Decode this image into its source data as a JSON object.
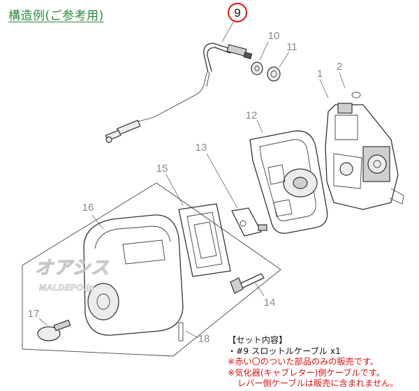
{
  "title": "構造例(ご参考用)",
  "highlighted_part": "9",
  "part_numbers": [
    "1",
    "2",
    "10",
    "11",
    "12",
    "13",
    "14",
    "15",
    "16",
    "17",
    "18"
  ],
  "watermark": {
    "brand": "オアシス",
    "site": "MALDEPO.jp"
  },
  "notes": {
    "heading": "【セット内容】",
    "item": "・#9 スロットルケーブル x1",
    "remarks": [
      "※赤い〇のついた部品のみの販売です。",
      "※気化器(キャブレター)側ケーブルです。",
      "レバー側ケーブルは販売に含まれません。"
    ]
  },
  "colors": {
    "title": "#2a8a3a",
    "highlight": "#e01010",
    "part_label": "#8a8a8a"
  }
}
